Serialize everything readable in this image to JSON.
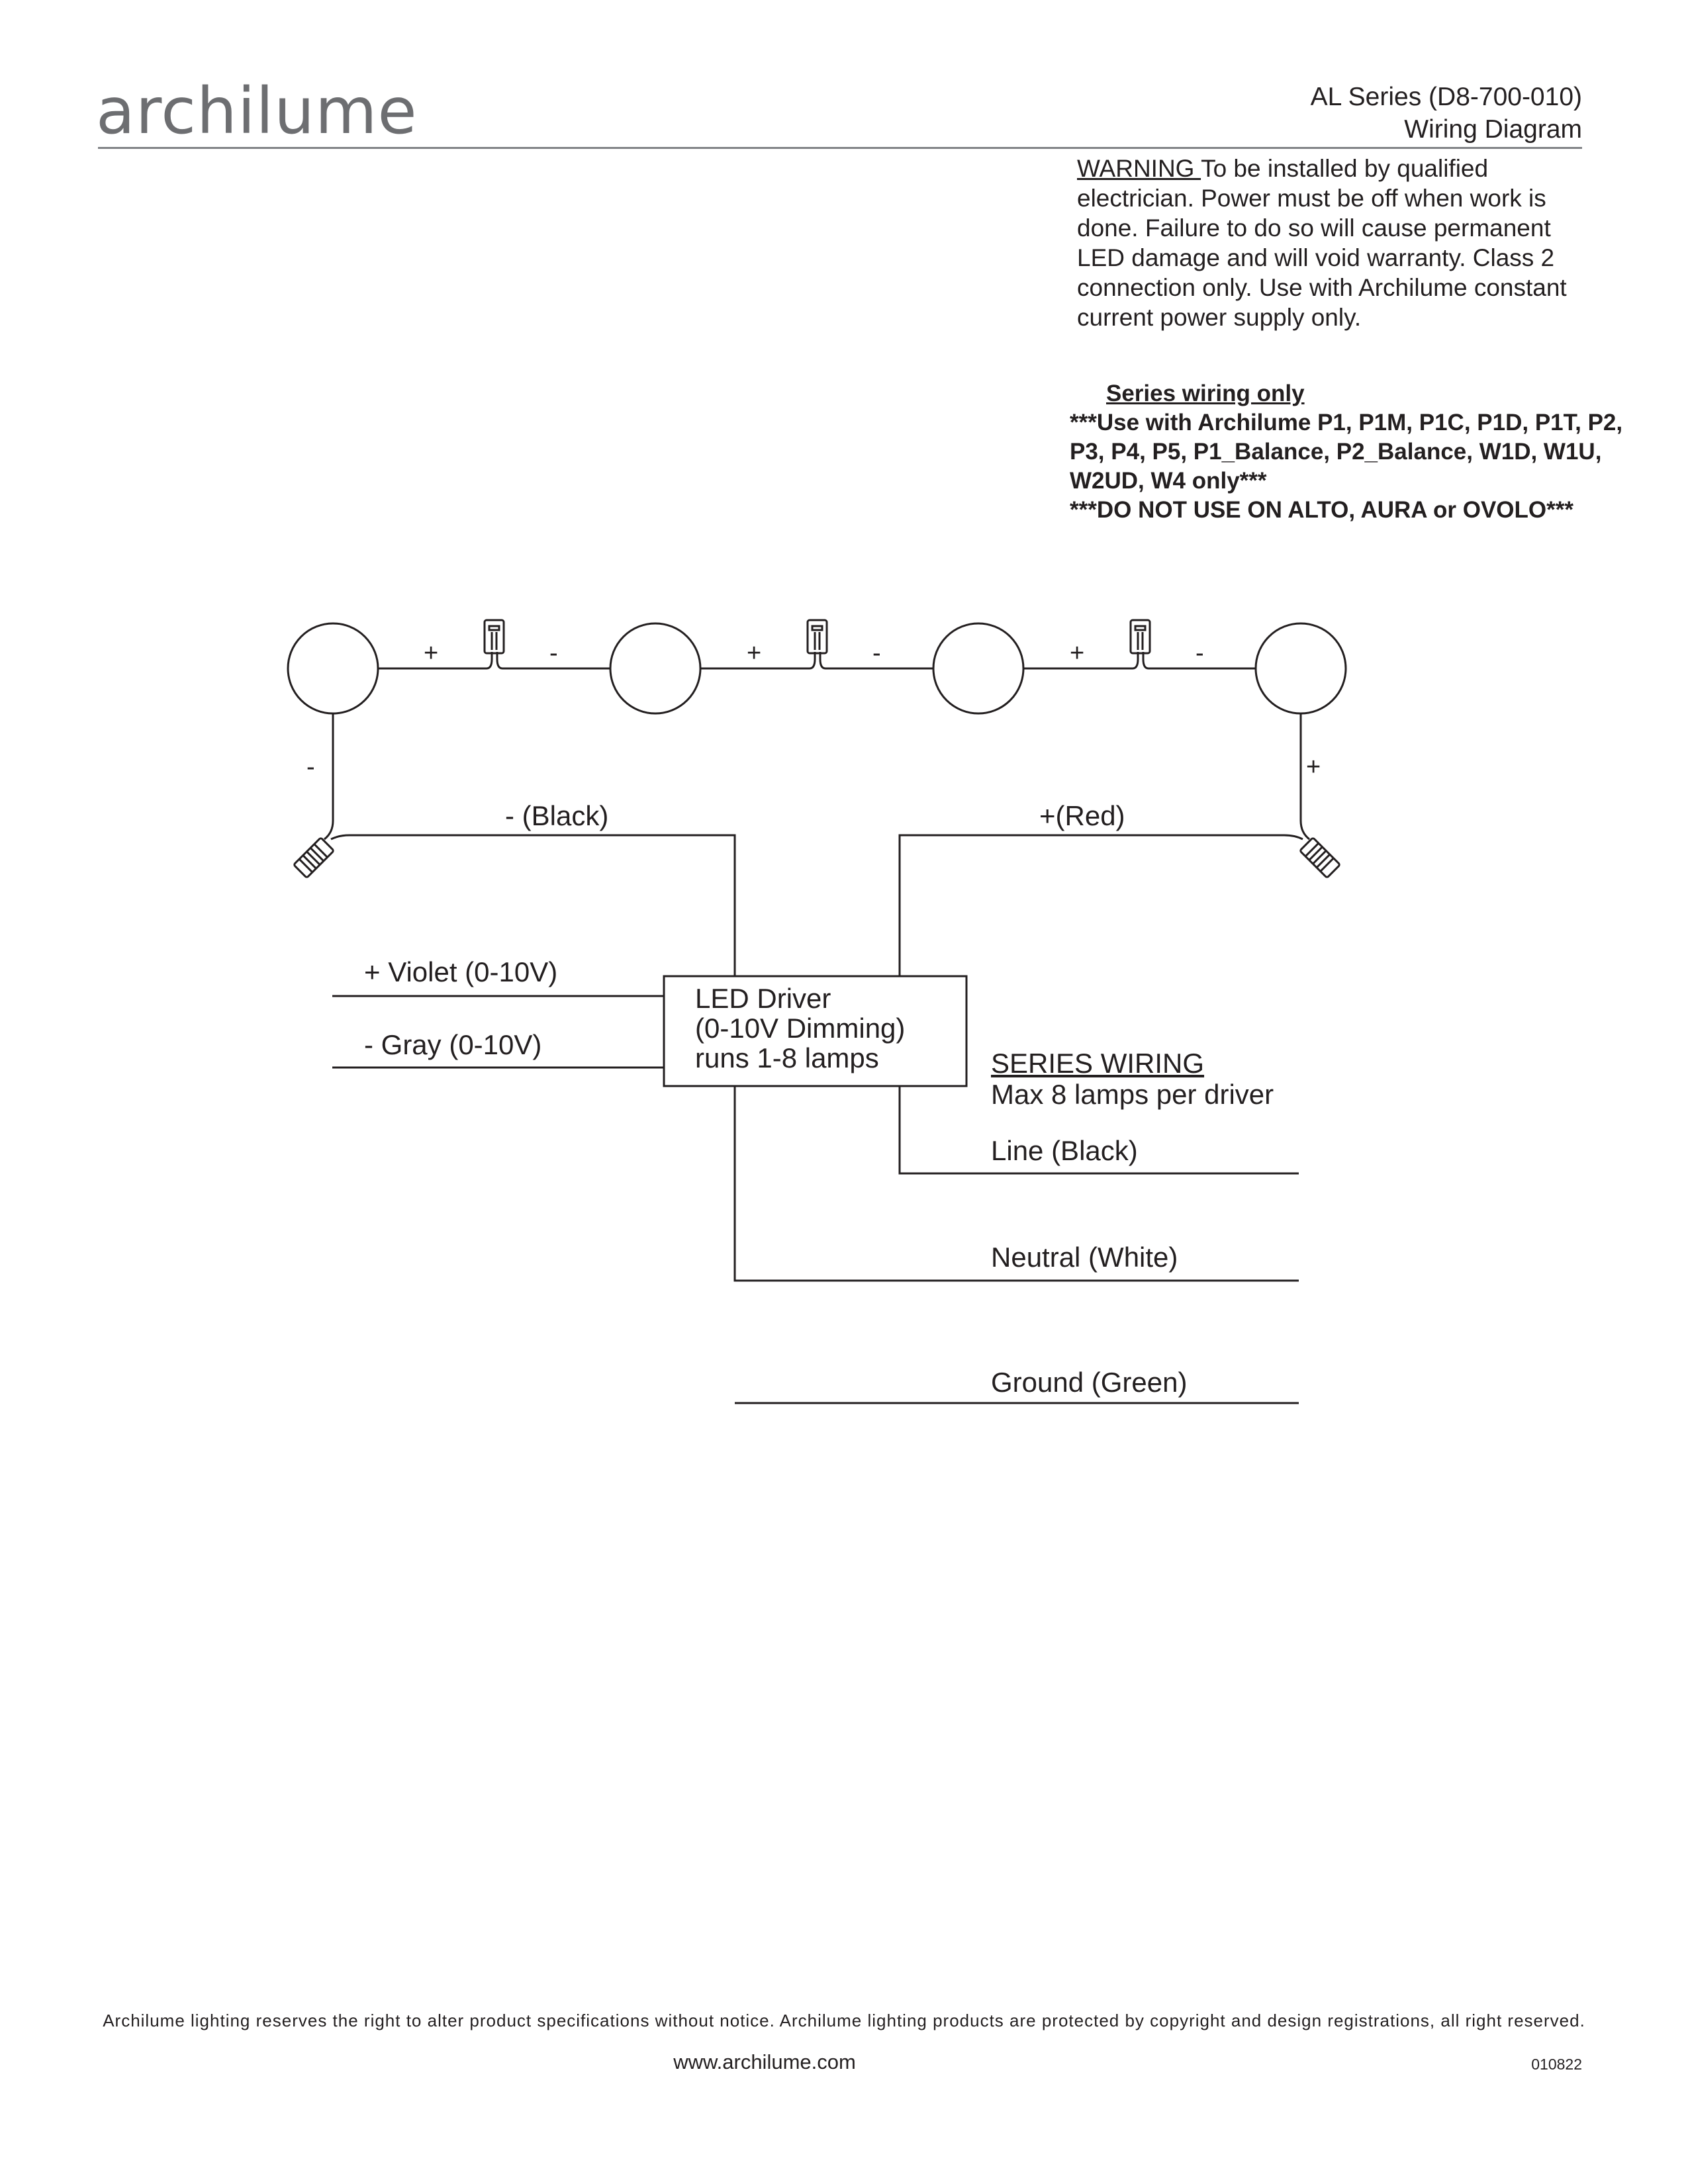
{
  "header": {
    "logo": "archilume",
    "series": "AL Series (D8-700-010)",
    "doc_title": "Wiring Diagram"
  },
  "warning": {
    "label": "WARNING ",
    "text": "To be installed by qualified electrician. Power must be off when work is done. Failure to do so will cause permanent LED damage and will void warranty. Class 2 connection only. Use with Archilume constant current power supply only."
  },
  "series_note": {
    "title": "Series wiring only",
    "lines": [
      "***Use with Archilume P1, P1M, P1C, P1D, P1T, P2,",
      "P3, P4, P5, P1_Balance, P2_Balance, W1D, W1U,",
      "W2UD, W4 only***",
      "***DO NOT USE ON ALTO, AURA or OVOLO***"
    ]
  },
  "diagram": {
    "lamp_count": 4,
    "plus": "+",
    "minus": "-",
    "neg_wire": "- (Black)",
    "pos_wire": "+(Red)",
    "dim_plus": "+ Violet (0-10V)",
    "dim_minus": "- Gray (0-10V)",
    "driver": [
      "LED Driver",
      "(0-10V Dimming)",
      "runs 1-8 lamps"
    ],
    "series_title": "SERIES WIRING",
    "series_max": "Max 8 lamps per driver",
    "line": "Line (Black)",
    "neutral": "Neutral (White)",
    "ground": "Ground (Green)"
  },
  "footer": {
    "disclaimer": "Archilume lighting reserves the right to alter product specifications without notice. Archilume lighting products are protected by copyright and design registrations, all right reserved.",
    "website": "www.archilume.com",
    "code": "010822"
  }
}
